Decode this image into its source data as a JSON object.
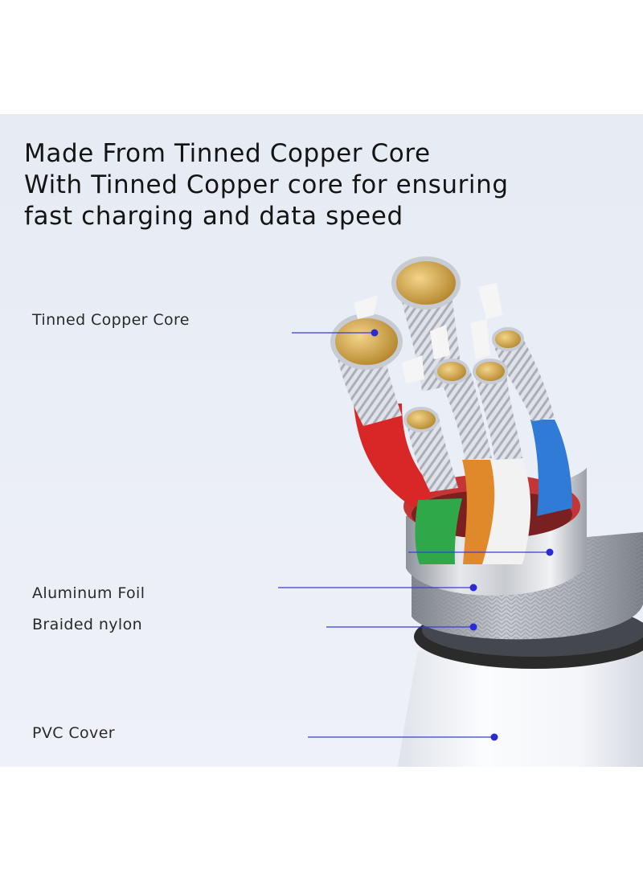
{
  "headline": {
    "line1": "Made From Tinned Copper Core",
    "line2": "With Tinned Copper core for ensuring",
    "line3": "fast charging and data speed"
  },
  "callouts": {
    "core": "Tinned Copper Core",
    "foil": "Aluminum Foil",
    "braid": "Braided nylon",
    "cover": "PVC Cover"
  },
  "colors": {
    "background": "#e8ecf5",
    "leader_line": "#3b3bd6",
    "copper": "#d8b25a",
    "wire_red": "#d92626",
    "wire_green": "#2fa84a",
    "wire_orange": "#e0892a",
    "wire_white": "#f2f2f2",
    "wire_blue": "#2f7bd6",
    "aluminum": "#b9bcc4",
    "jacket_black": "#2b2b2b",
    "pvc_white": "#f7f8fb"
  }
}
